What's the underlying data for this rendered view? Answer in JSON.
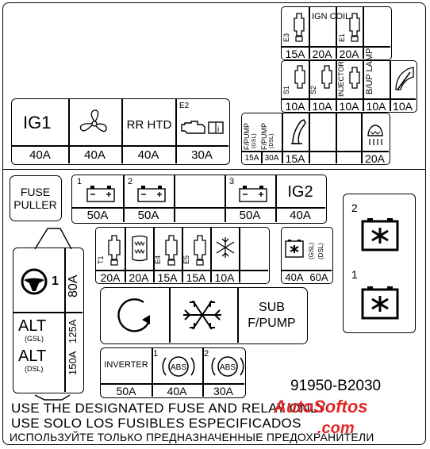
{
  "top_left_fuses": [
    {
      "label": "IG1",
      "amp": "40A",
      "icon": ""
    },
    {
      "label": "",
      "amp": "40A",
      "icon": "fan-icon"
    },
    {
      "label": "RR HTD",
      "amp": "40A",
      "icon": ""
    },
    {
      "label": "E2",
      "amp": "30A",
      "icon": "engine-icon"
    }
  ],
  "top_right_row1": [
    {
      "label": "E3",
      "amp": "15A"
    },
    {
      "label": "IGN COIL",
      "amp": "20A"
    },
    {
      "label": "E1",
      "amp": "20A"
    }
  ],
  "top_right_row2": [
    {
      "label": "S1",
      "amp": "10A"
    },
    {
      "label": "S2",
      "amp": "10A"
    },
    {
      "label": "INJECTOR",
      "amp": "10A"
    },
    {
      "label": "B/UP LAMP",
      "amp": "10A"
    },
    {
      "label": "",
      "amp": "10A",
      "icon": "wiper-icon"
    }
  ],
  "fpump": {
    "gsl": "F/PUMP",
    "gsl_sub": "(GSL)",
    "dsl": "F/PUMP",
    "dsl_sub": "(DSL)",
    "amp_gsl": "15A",
    "amp_dsl": "30A"
  },
  "horn": {
    "amp": "15A",
    "icon": "horn-icon"
  },
  "heater": {
    "amp": "20A",
    "icon": "heater-icon"
  },
  "fuse_puller": "FUSE PULLER",
  "battery_row": [
    {
      "num": "1",
      "amp": "50A"
    },
    {
      "num": "2",
      "amp": "50A"
    },
    {
      "num": "",
      "amp": ""
    },
    {
      "num": "3",
      "amp": "50A"
    }
  ],
  "ig2": {
    "label": "IG2",
    "amp": "40A"
  },
  "mini_fuses": [
    {
      "label": "T1",
      "amp": "20A",
      "icon": "engine-icon"
    },
    {
      "label": "",
      "amp": "20A",
      "icon": "heated-glass-icon"
    },
    {
      "label": "E4",
      "amp": "15A",
      "icon": "engine-icon"
    },
    {
      "label": "E5",
      "amp": "15A",
      "icon": "engine-icon"
    },
    {
      "label": "",
      "amp": "10A",
      "icon": "snowflake-icon"
    }
  ],
  "cooling": {
    "gsl": "(GSL)",
    "dsl": "(DSL)",
    "amp_gsl": "40A",
    "amp_dsl": "60A"
  },
  "relay_numbers": [
    "2",
    "1"
  ],
  "steering": {
    "num": "1",
    "amp": "80A"
  },
  "alt_gsl": {
    "label": "ALT",
    "sub": "(GSL)",
    "amp": "125A"
  },
  "alt_dsl": {
    "label": "ALT",
    "sub": "(DSL)",
    "amp": "150A"
  },
  "sub_fpump": {
    "line1": "SUB",
    "line2": "F/PUMP"
  },
  "bottom_fuses": [
    {
      "label": "INVERTER",
      "num": "",
      "amp": "50A"
    },
    {
      "label": "ABS",
      "num": "1",
      "amp": "40A"
    },
    {
      "label": "ABS",
      "num": "2",
      "amp": "30A"
    }
  ],
  "part_number": "91950-B2030",
  "footer": {
    "en": "USE THE DESIGNATED FUSE AND RELAY ONLY",
    "es": "USE SOLO LOS FUSIBLES ESPECIFICADOS",
    "ru": "ИСПОЛЬЗУЙТЕ ТОЛЬКО ПРЕДНАЗНАЧЕННЫЕ ПРЕДОХРАНИТЕЛИ"
  },
  "watermark": {
    "line1": "AutoSoftos",
    "line2": ".com"
  }
}
